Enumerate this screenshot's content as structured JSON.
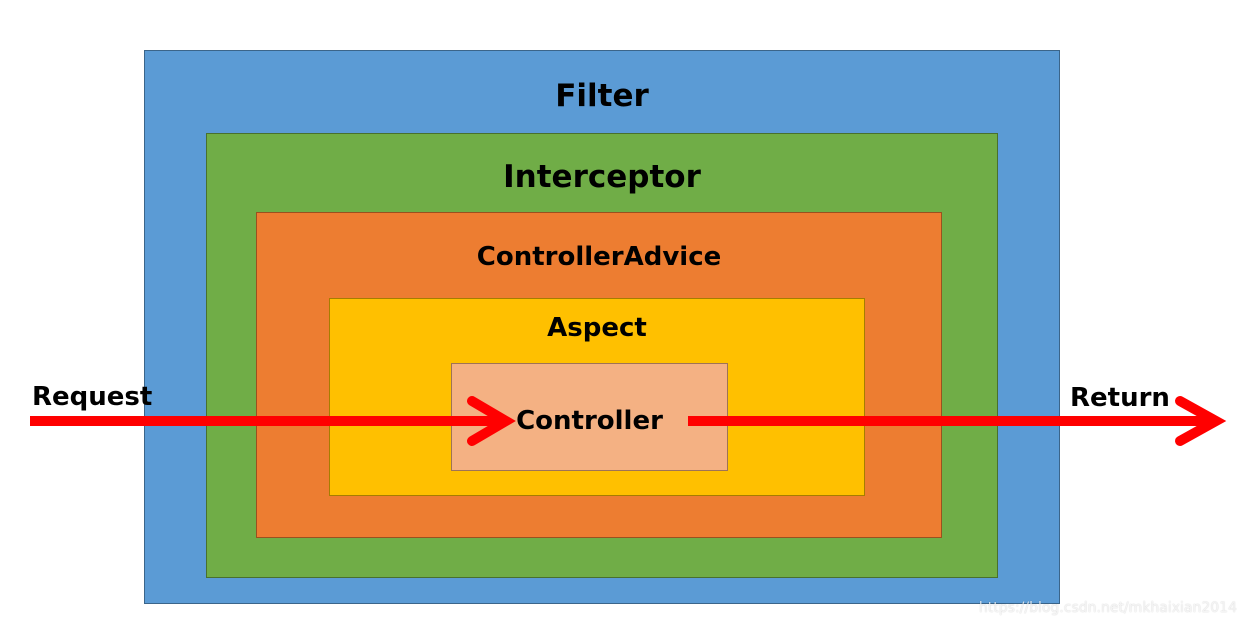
{
  "layers": [
    {
      "id": "filter",
      "label": "Filter",
      "color": "#5b9bd5"
    },
    {
      "id": "interceptor",
      "label": "Interceptor",
      "color": "#70ad47"
    },
    {
      "id": "controller_advice",
      "label": "ControllerAdvice",
      "color": "#ed7d31"
    },
    {
      "id": "aspect",
      "label": "Aspect",
      "color": "#ffc000"
    },
    {
      "id": "controller",
      "label": "Controller",
      "color": "#f4b183"
    }
  ],
  "flow": {
    "request_label": "Request",
    "return_label": "Return",
    "arrow_color": "#ff0000"
  },
  "watermark": "https://blog.csdn.net/mkhaixian2014"
}
